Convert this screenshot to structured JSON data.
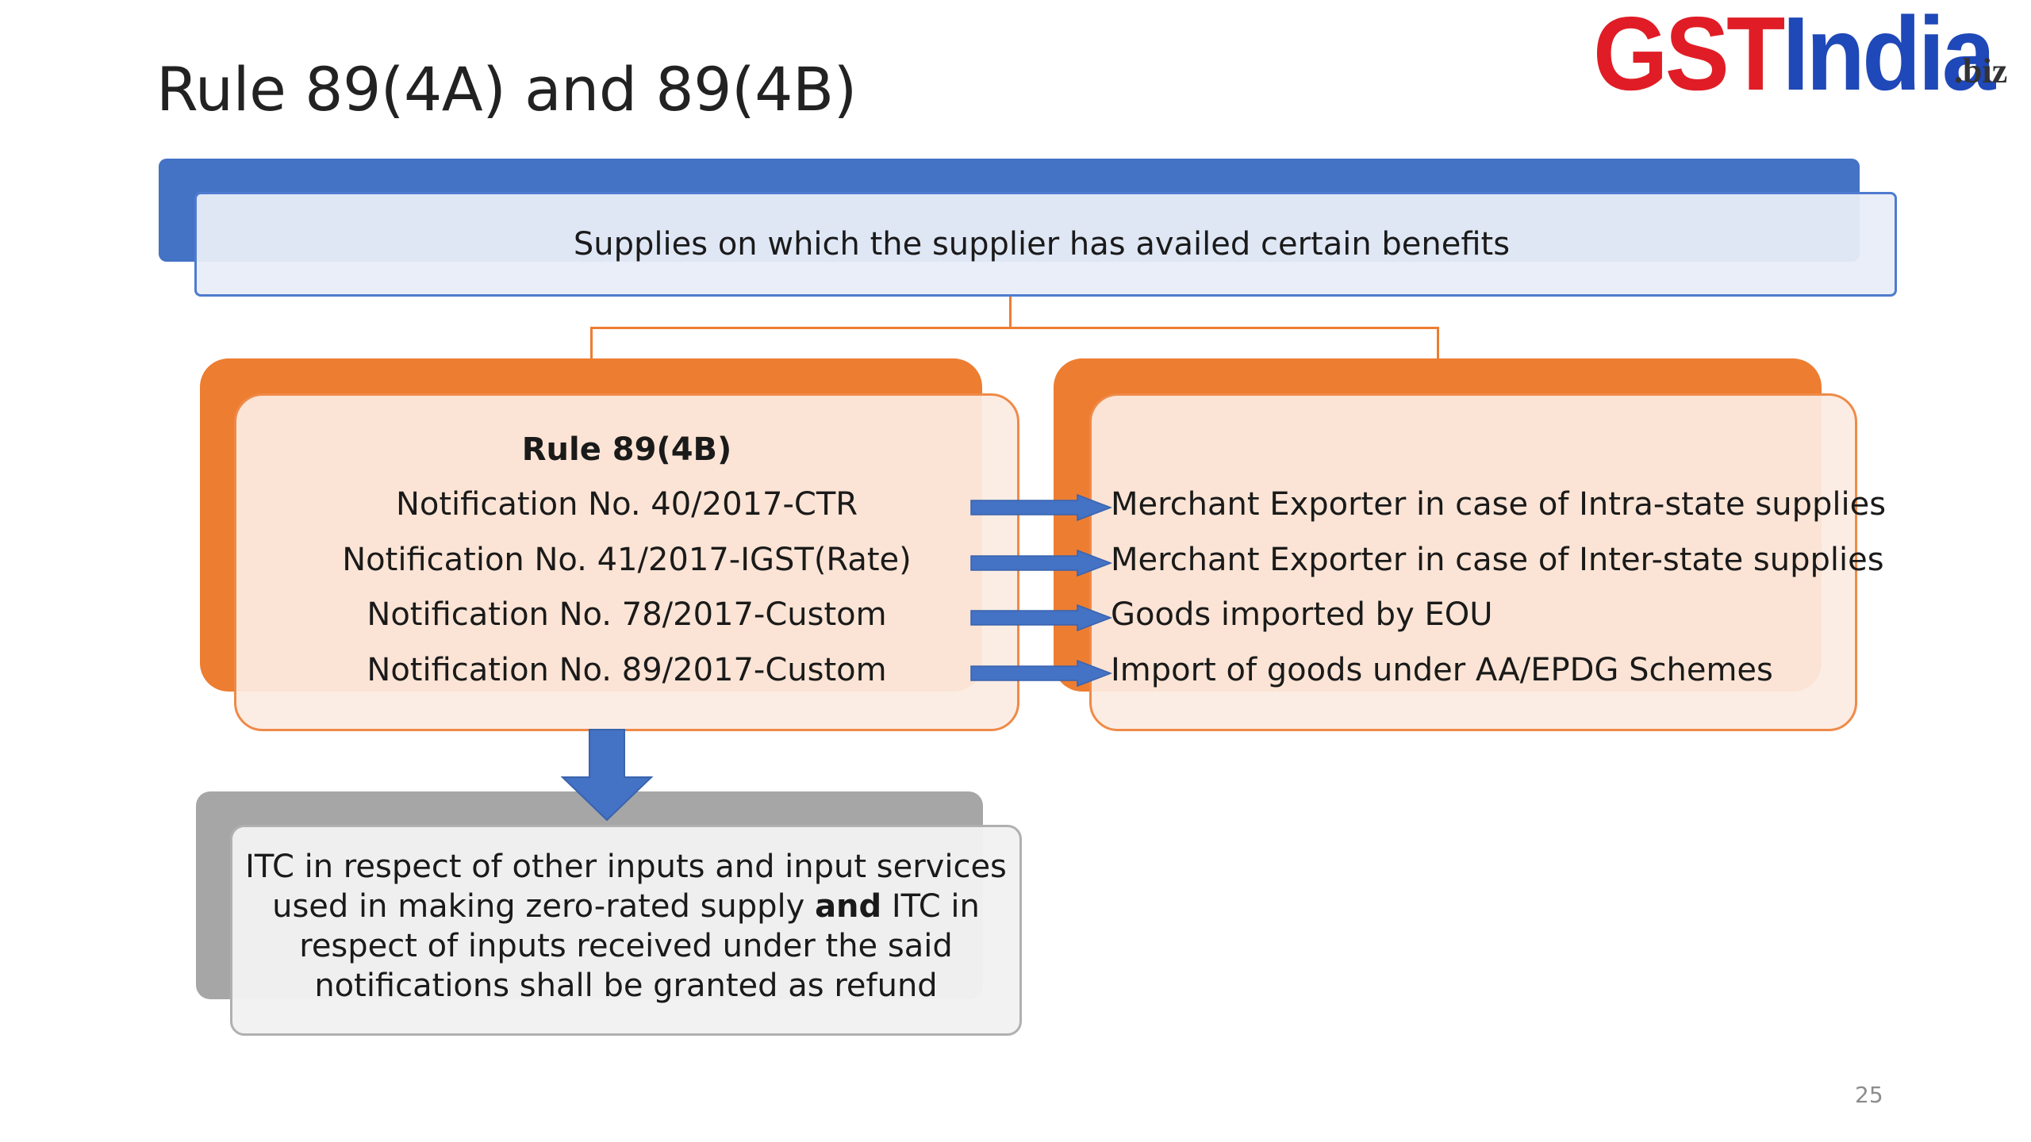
{
  "slide": {
    "title": "Rule 89(4A) and 89(4B)",
    "page_number": "25"
  },
  "logo": {
    "gst": "GST",
    "india": "India",
    "tld": ".biz",
    "colors": {
      "gst": "#e01d26",
      "india": "#1f48b8"
    }
  },
  "diagram": {
    "top_box": "Supplies on which the supplier has availed certain benefits",
    "left_box": {
      "heading": "Rule 89(4B)",
      "lines": [
        "Notification No. 40/2017-CTR",
        "Notification No. 41/2017-IGST(Rate)",
        "Notification No. 78/2017-Custom",
        "Notification No. 89/2017-Custom"
      ]
    },
    "right_box": {
      "lines": [
        "Merchant Exporter in case of Intra-state supplies",
        "Merchant Exporter in case of Inter-state supplies",
        "Goods imported by EOU",
        "Import of goods under AA/EPDG Schemes"
      ]
    },
    "bottom_box": {
      "text_1": "ITC in respect of other inputs and input services used in making zero-rated supply ",
      "bold": "and",
      "text_2": " ITC in respect of inputs received under the said notifications shall be granted as refund"
    },
    "colors": {
      "blue": "#4472c4",
      "orange": "#ed7d31",
      "gray": "#a6a6a6",
      "arrow": "#4472c4"
    }
  }
}
